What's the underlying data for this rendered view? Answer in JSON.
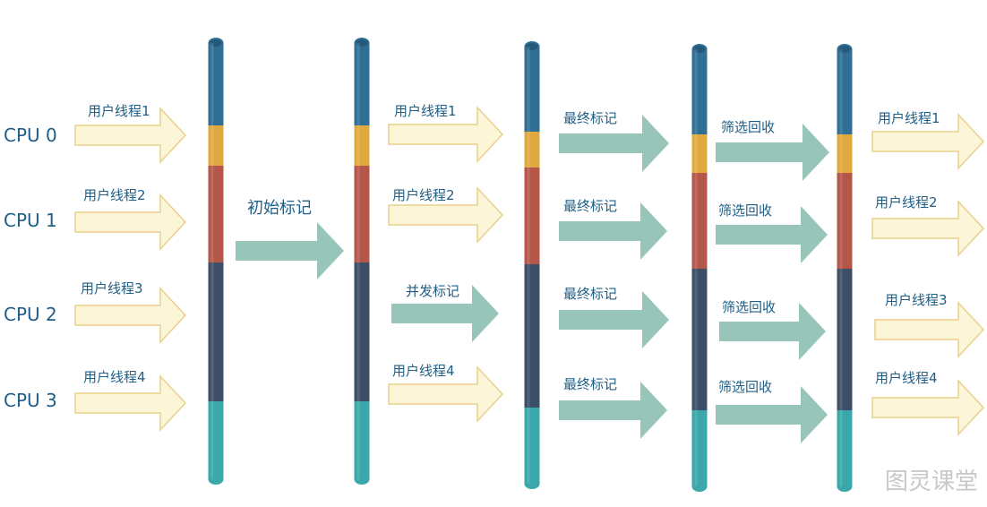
{
  "colors": {
    "text": "#1f5f86",
    "thread_arrow_fill": "#fdf5d8",
    "thread_arrow_stroke": "#e9d08a",
    "gc_arrow_fill": "#98c5b9",
    "bar_segments": [
      "#2f6f95",
      "#e0a93f",
      "#b5564a",
      "#3c4f66",
      "#3aa8aa"
    ],
    "watermark": "#c8c8c8"
  },
  "cpus": [
    "CPU 0",
    "CPU 1",
    "CPU 2",
    "CPU 3"
  ],
  "stages": {
    "s1": {
      "type": "thread",
      "labels": [
        "用户线程1",
        "用户线程2",
        "用户线程3",
        "用户线程4"
      ]
    },
    "s2": {
      "type": "gc_single",
      "label": "初始标记"
    },
    "s3": {
      "labels": [
        "用户线程1",
        "用户线程2",
        "并发标记",
        "用户线程4"
      ],
      "types": [
        "thread",
        "thread",
        "gc",
        "thread"
      ]
    },
    "s4": {
      "type": "gc",
      "labels": [
        "最终标记",
        "最终标记",
        "最终标记",
        "最终标记"
      ]
    },
    "s5": {
      "type": "gc",
      "labels": [
        "筛选回收",
        "筛选回收",
        "筛选回收",
        "筛选回收"
      ]
    },
    "s6": {
      "type": "thread",
      "labels": [
        "用户线程1",
        "用户线程2",
        "用户线程3",
        "用户线程4"
      ]
    }
  },
  "watermark": "图灵课堂"
}
